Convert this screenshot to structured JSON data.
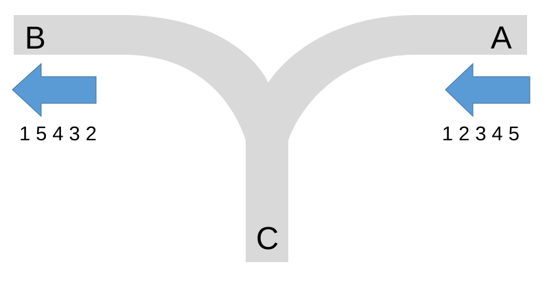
{
  "diagram": {
    "labels": {
      "left_end": "B",
      "right_end": "A",
      "bottom_end": "C"
    },
    "left_sequence": "1 5 4 3 2",
    "right_sequence": "1 2 3 4 5",
    "arrows": {
      "left": "left-arrow",
      "right": "left-arrow"
    },
    "colors": {
      "track": "#d9d9d9",
      "arrow_fill": "#5b9bd5",
      "arrow_stroke": "#41719c",
      "text": "#000000"
    }
  }
}
